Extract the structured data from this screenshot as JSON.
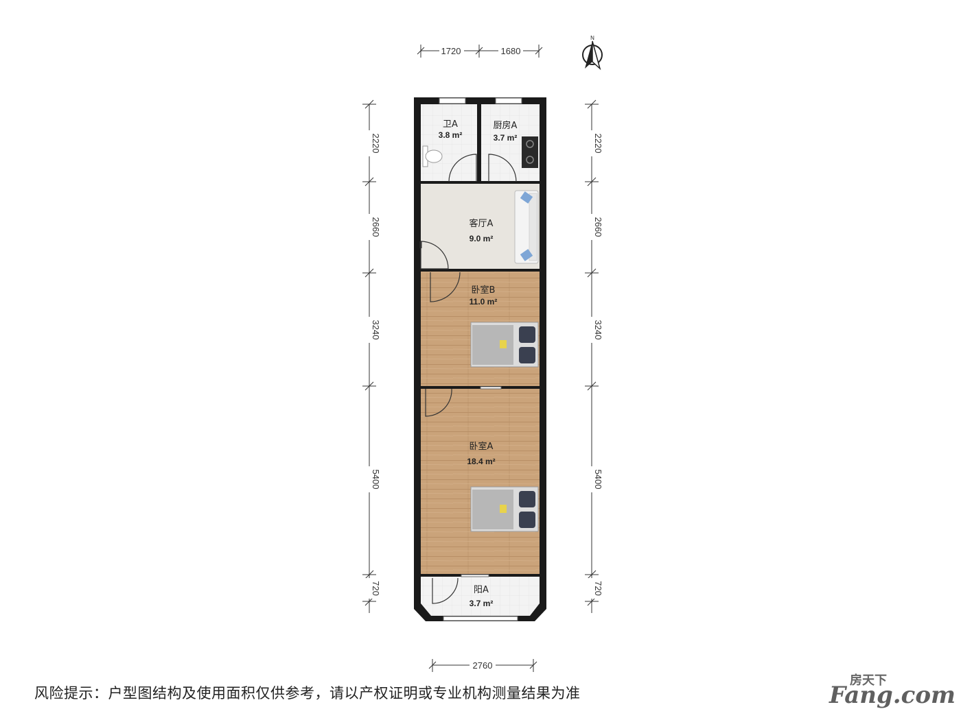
{
  "dimensions": {
    "top": [
      "1720",
      "1680"
    ],
    "bottom": [
      "2760"
    ],
    "left": [
      "2220",
      "2660",
      "3240",
      "5400",
      "720"
    ],
    "right": [
      "2220",
      "2660",
      "3240",
      "5400",
      "720"
    ]
  },
  "rooms": {
    "bath": {
      "name": "卫A",
      "area": "3.8 m²"
    },
    "kitchen": {
      "name": "厨房A",
      "area": "3.7 m²"
    },
    "living": {
      "name": "客厅A",
      "area": "9.0 m²"
    },
    "bedroom_b": {
      "name": "卧室B",
      "area": "11.0 m²"
    },
    "bedroom_a": {
      "name": "卧室A",
      "area": "18.4 m²"
    },
    "balcony": {
      "name": "阳A",
      "area": "3.7 m²"
    }
  },
  "compass": {
    "label": "N"
  },
  "disclaimer": "风险提示：户型图结构及使用面积仅供参考，请以产权证明或专业机构测量结果为准",
  "brand": {
    "cn": "房天下",
    "en": "Fang.com"
  },
  "colors": {
    "wall": "#1a1a1a",
    "wood": "#c9a47c",
    "living": "#e7e4de",
    "tile": "#f4f4f4"
  }
}
